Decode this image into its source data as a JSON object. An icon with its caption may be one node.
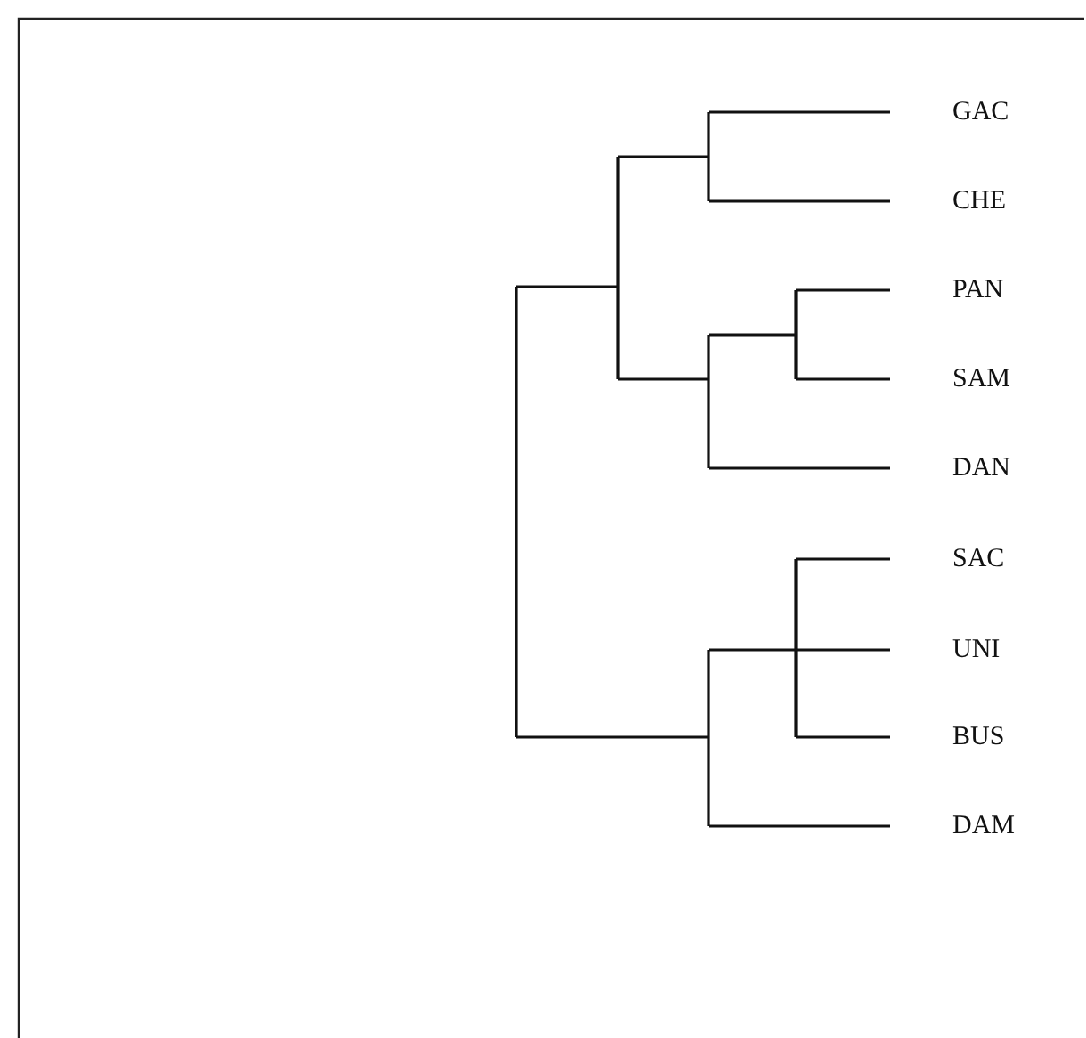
{
  "diagram": {
    "labels": [
      "GAC",
      "CHE",
      "PAN",
      "SAM",
      "DAN",
      "SAC",
      "UNI",
      "BUS",
      "DAM"
    ]
  }
}
